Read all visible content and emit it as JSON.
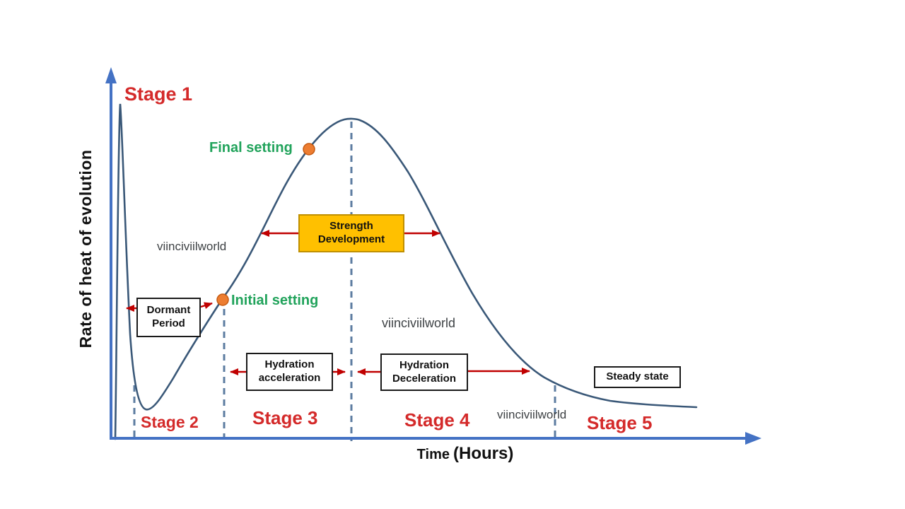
{
  "diagram": {
    "y_axis_label": "Rate of heat of evolution",
    "x_axis_label": {
      "word": "Time",
      "unit": "(Hours)"
    },
    "stage_labels": [
      "Stage 1",
      "Stage 2",
      "Stage 3",
      "Stage 4",
      "Stage 5"
    ],
    "markers": {
      "final_setting": "Final setting",
      "initial_setting": "Initial setting"
    },
    "boxes": {
      "dormant_period": {
        "line1": "Dormant",
        "line2": "Period"
      },
      "strength_development": {
        "line1": "Strength",
        "line2": "Development"
      },
      "hydration_acceleration": {
        "line1": "Hydration",
        "line2": "acceleration"
      },
      "hydration_deceleration": {
        "line1": "Hydration",
        "line2": "Deceleration"
      },
      "steady_state": {
        "label": "Steady state"
      }
    },
    "watermark": "viinciviilworld",
    "colors": {
      "axis": "#4472C4",
      "curve": "#3A5878",
      "dashed": "#5C7CA0",
      "stage_text": "#D42A2A",
      "arrow": "#C00000",
      "setting_text": "#21A35B",
      "dot_fill": "#ED7D31",
      "dot_border": "#C55A11",
      "strength_fill": "#FFC000",
      "strength_border": "#BF8F00",
      "watermark": "#3E4245"
    }
  }
}
